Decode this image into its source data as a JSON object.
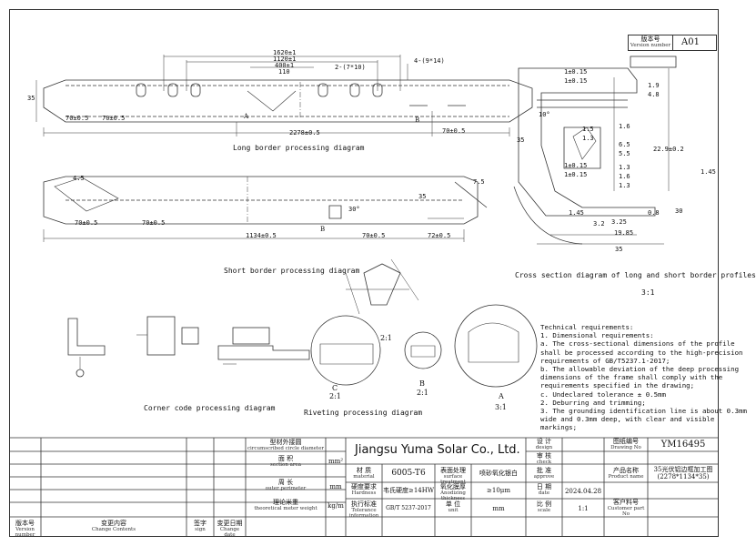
{
  "version_box": {
    "label_cn": "版本号",
    "label_en": "Version number",
    "value": "A01"
  },
  "captions": {
    "long": "Long border processing diagram",
    "short": "Short border processing diagram",
    "cross": "Cross section diagram of long and short border profiles",
    "cross_scale": "3:1",
    "corner": "Corner code processing diagram",
    "riveting": "Riveting processing diagram"
  },
  "long_dims": {
    "overall": "2278±0.5",
    "d1": "1620±1",
    "d2": "1120±1",
    "d3": "400±1",
    "d4": "110",
    "holes_a": "2-(7*10)",
    "holes_b": "4-(9*14)",
    "left": "70±0.5",
    "left2": "70±0.5",
    "right": "70±0.5",
    "h": "35",
    "marker_a": "A",
    "marker_b": "B"
  },
  "short_dims": {
    "overall": "1134±0.5",
    "left": "70±0.5",
    "mid": "70±0.5",
    "right1": "70±0.5",
    "right2": "72±0.5",
    "h": "35",
    "angle": "30°",
    "v1": "7.5",
    "v2": "4.5",
    "marker_b": "B"
  },
  "cross_dims": [
    "1±0.15",
    "1±0.15",
    "10°",
    "1.9",
    "1.6",
    "6.5",
    "5.5",
    "1.3",
    "1.6",
    "1.3",
    "22.9±0.2",
    "35",
    "1.45",
    "30",
    "0.8",
    "1.45",
    "3.25",
    "19.85",
    "3.2",
    "35",
    "4.8",
    "1±0.15",
    "1±0.15",
    "1.5",
    "1.3"
  ],
  "riveting_views": {
    "c_label": "C",
    "c_scale": "2:1",
    "b_label": "B",
    "b_scale": "2:1",
    "a_label": "A",
    "a_scale": "3:1",
    "top_scale": "2:1"
  },
  "requirements": {
    "title": "Technical requirements:",
    "lines": [
      "1. Dimensional requirements:",
      "a. The cross-sectional dimensions of the profile",
      "shall be processed according to the high-precision",
      "requirements of GB/T5237.1-2017;",
      "b. The allowable deviation of the deep processing",
      "dimensions of the frame shall comply with the",
      "requirements specified in the drawing;",
      "c. Undeclared tolerance ± 0.5mm",
      "2. Deburring and trimming;",
      "3. The grounding identification line is about 0.3mm",
      "wide and 0.3mm deep, with clear and visible",
      "markings;"
    ]
  },
  "title_block": {
    "circle_dia_cn": "型材外接圆",
    "circle_dia_en": "circumscribed circle diameter",
    "section_area_cn": "面 积",
    "section_area_en": "section area",
    "area_unit": "mm²",
    "perimeter_cn": "周 长",
    "perimeter_en": "outer perimeter",
    "perim_unit": "mm",
    "weight_cn": "理论米重",
    "weight_en": "theoretical meter weight",
    "weight_unit": "kg/m",
    "company": "Jiangsu Yuma Solar Co., Ltd.",
    "material_cn": "材 质",
    "material_en": "material",
    "material_value": "6005-T6",
    "surface_cn": "表面处理",
    "surface_en": "surface treatment",
    "surface_value": "喷砂氧化银白",
    "hardness_cn": "硬度要求",
    "hardness_en": "Hardness",
    "hardness_value": "韦氏硬度≥14HW",
    "oxide_cn": "氧化膜厚",
    "oxide_en": "Anodizing thickness",
    "oxide_value": "≥10μm",
    "tolerance_cn": "执行标准",
    "tolerance_en": "Tolerance information",
    "tolerance_value": "GB/T 5237-2017",
    "unit_cn": "单 位",
    "unit_en": "unit",
    "unit_value": "mm",
    "design_cn": "设 计",
    "design_en": "design",
    "check_cn": "审 核",
    "check_en": "check",
    "approve_cn": "批 准",
    "approve_en": "approve",
    "date_cn": "日 期",
    "date_en": "date",
    "date_value": "2024.04.28",
    "scale_cn": "比 例",
    "scale_en": "scale",
    "scale_value": "1:1",
    "drawing_no_cn": "图纸编号",
    "drawing_no_en": "Drawing No",
    "drawing_no_value": "YM16495",
    "product_cn": "产品名称",
    "product_en": "Product name",
    "product_value_1": "35光伏铝边框加工图",
    "product_value_2": "(2278*1134*35)",
    "customer_cn": "客户料号",
    "customer_en": "Customer part No",
    "version_cn": "版本号",
    "version_en": "Version number",
    "change_cn": "变更内容",
    "change_en": "Change Contents",
    "sign_cn": "签字",
    "sign_en": "sign",
    "change_date_cn": "变更日期",
    "change_date_en": "Change date"
  }
}
